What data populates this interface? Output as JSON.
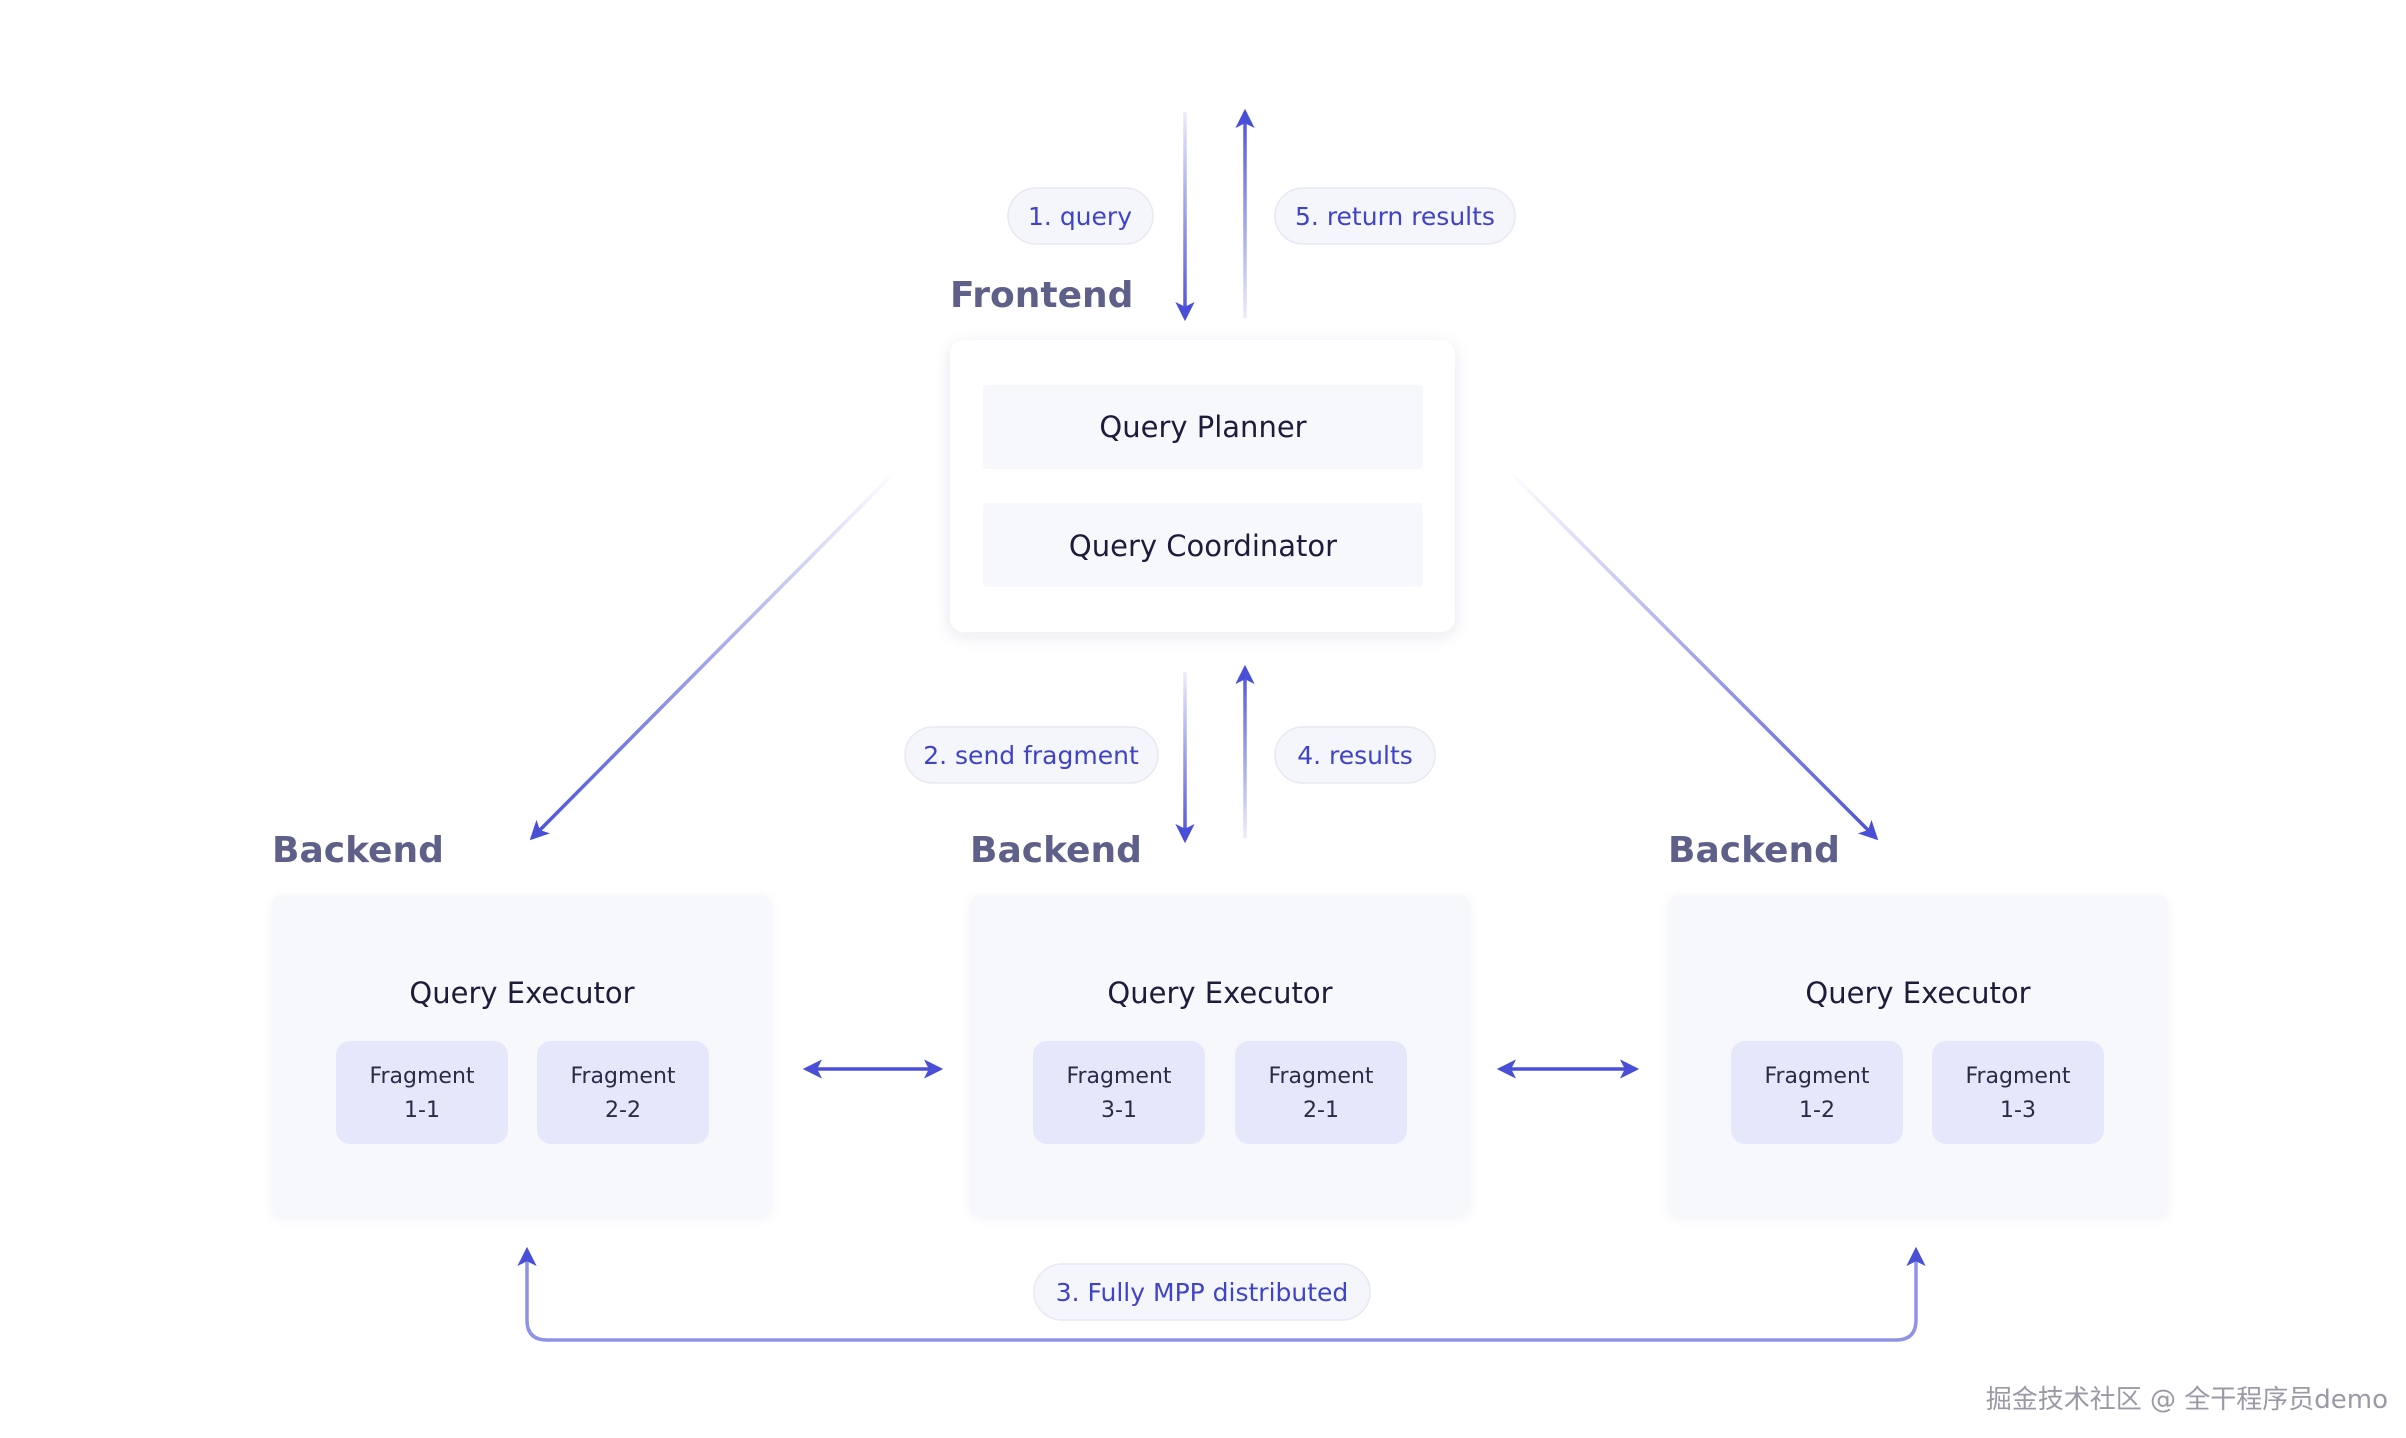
{
  "frontend": {
    "title": "Frontend",
    "components": [
      "Query Planner",
      "Query Coordinator"
    ]
  },
  "backends": [
    {
      "title": "Backend",
      "executor": "Query Executor",
      "fragments": [
        {
          "line1": "Fragment",
          "line2": "1-1"
        },
        {
          "line1": "Fragment",
          "line2": "2-2"
        }
      ]
    },
    {
      "title": "Backend",
      "executor": "Query Executor",
      "fragments": [
        {
          "line1": "Fragment",
          "line2": "3-1"
        },
        {
          "line1": "Fragment",
          "line2": "2-1"
        }
      ]
    },
    {
      "title": "Backend",
      "executor": "Query Executor",
      "fragments": [
        {
          "line1": "Fragment",
          "line2": "1-2"
        },
        {
          "line1": "Fragment",
          "line2": "1-3"
        }
      ]
    }
  ],
  "steps": {
    "query": "1. query",
    "return_results": "5. return results",
    "send_fragment": "2. send fragment",
    "results": "4. results",
    "distributed": "3. Fully MPP distributed"
  },
  "watermark": "掘金技术社区 @ 全干程序员demo",
  "colors": {
    "accent": "#4a4fd8",
    "title": "#5e608a",
    "fragment_fill": "#e5e7fa",
    "panel_fill": "#f7f8fc",
    "pill_fill": "#f5f6fc"
  }
}
